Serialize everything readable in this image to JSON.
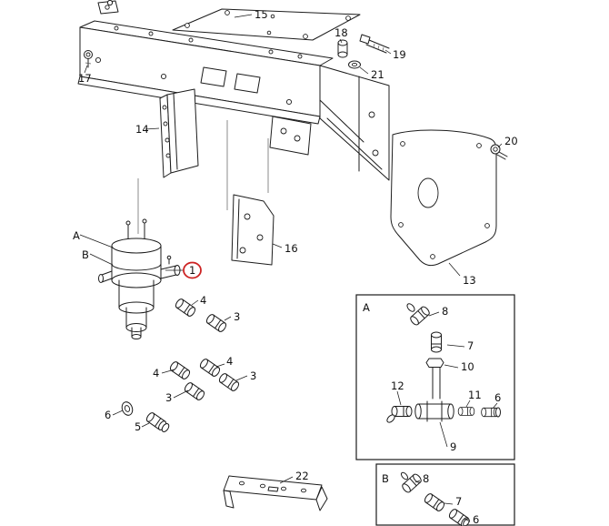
{
  "colors": {
    "background": "#ffffff",
    "line": "#1c1c1c",
    "highlight": "#cc2222"
  },
  "highlight": {
    "part": "1"
  },
  "callouts": {
    "n15": "15",
    "n17": "17",
    "n18": "18",
    "n19": "19",
    "n21": "21",
    "n14": "14",
    "n20": "20",
    "n16": "16",
    "n13": "13",
    "letterA": "A",
    "letterB": "B",
    "n1": "1",
    "n4a": "4",
    "n3a": "3",
    "n4b": "4",
    "n3b": "3",
    "n4c": "4",
    "n3c": "3",
    "n6a": "6",
    "n5": "5",
    "n22": "22"
  },
  "inset_a": {
    "label": "A",
    "n8": "8",
    "n7": "7",
    "n10": "10",
    "n12": "12",
    "n11": "11",
    "n6": "6",
    "n9": "9"
  },
  "inset_b": {
    "label": "B",
    "n8": "8",
    "n7": "7",
    "n6": "6"
  }
}
